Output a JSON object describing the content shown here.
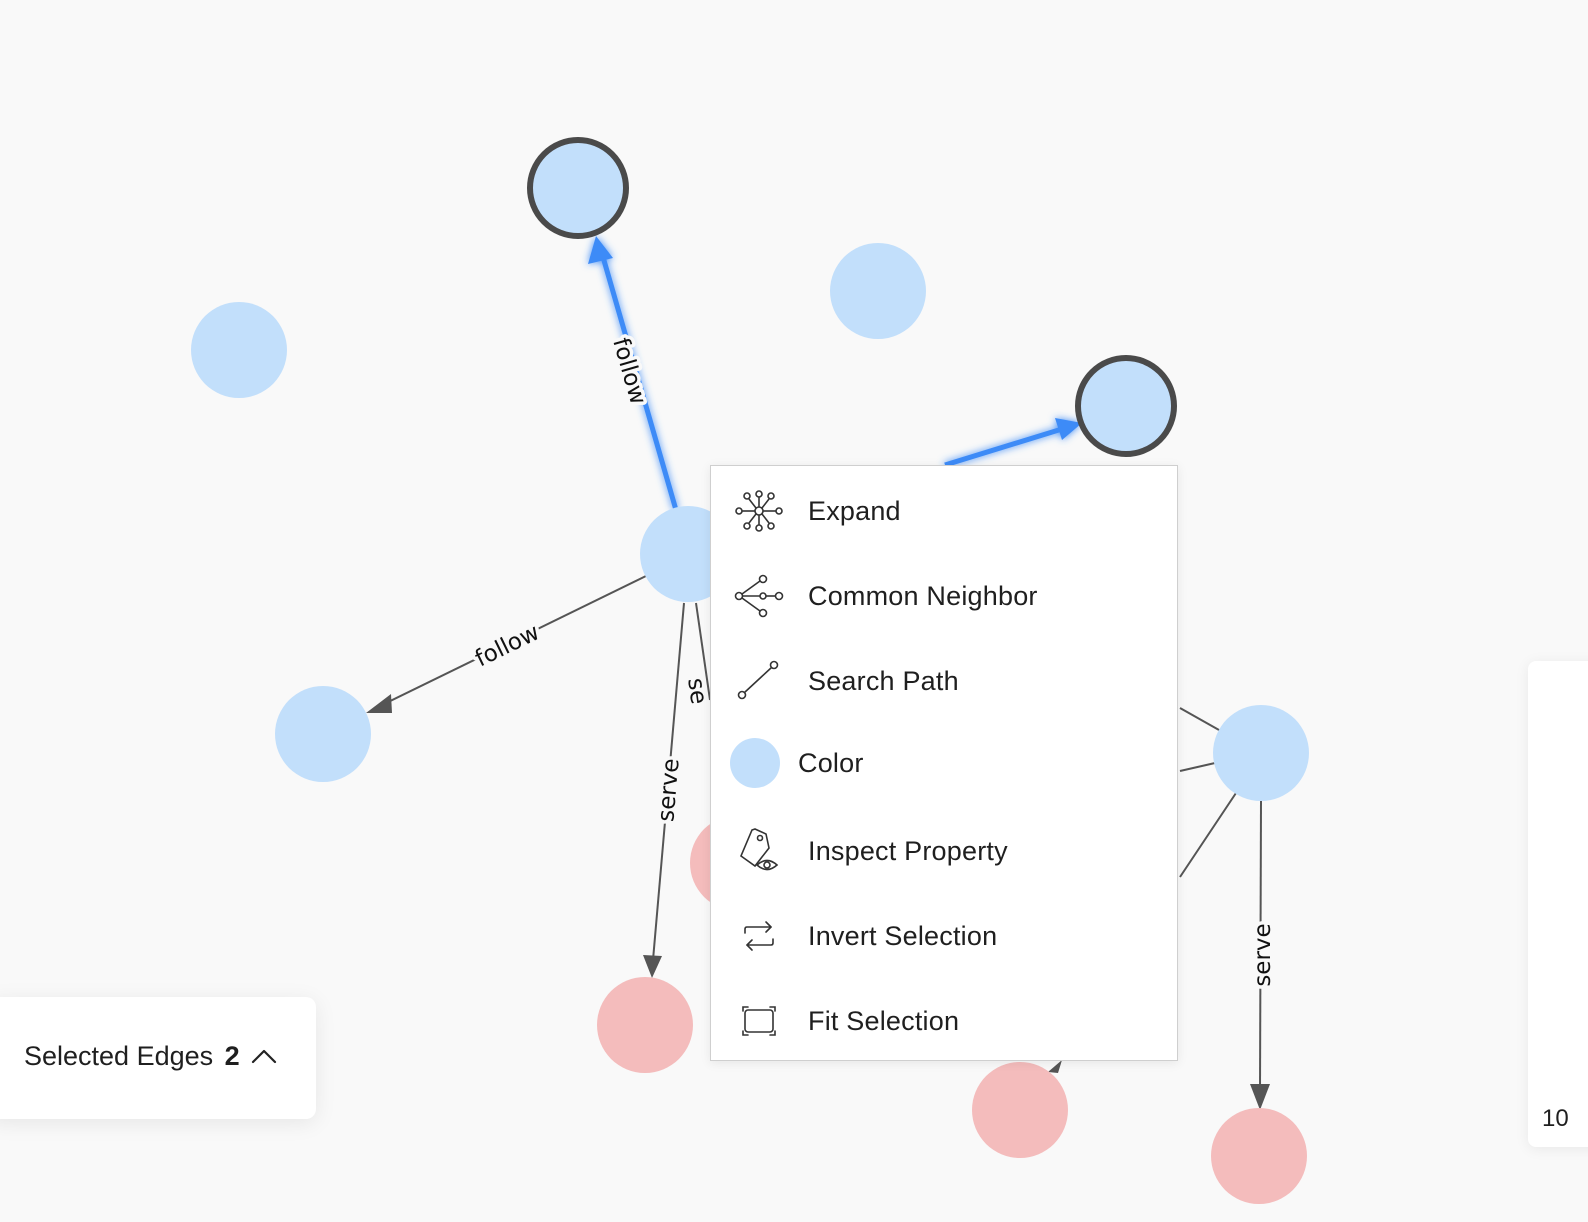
{
  "graph": {
    "node_colors": {
      "person": "#c2dffb",
      "team": "#f4bcbc",
      "selected_border": "#4a4a4a"
    },
    "edge_colors": {
      "default": "#555555",
      "selected": "#3d8bf7"
    },
    "edge_labels": {
      "follow_selected": "follow",
      "follow": "follow",
      "serve_left": "serve",
      "serve_partial": "se",
      "serve_right": "serve"
    }
  },
  "context_menu": {
    "items": [
      {
        "label": "Expand",
        "icon": "expand-icon"
      },
      {
        "label": "Common Neighbor",
        "icon": "common-neighbor-icon"
      },
      {
        "label": "Search Path",
        "icon": "search-path-icon"
      },
      {
        "label": "Color",
        "icon": "color-swatch",
        "color": "#c2dffb"
      },
      {
        "label": "Inspect Property",
        "icon": "inspect-property-icon"
      },
      {
        "label": "Invert Selection",
        "icon": "invert-selection-icon"
      },
      {
        "label": "Fit Selection",
        "icon": "fit-selection-icon"
      }
    ]
  },
  "selection_panel": {
    "label": "Selected Edges",
    "count": "2",
    "toggle_icon": "chevron-up-icon"
  },
  "side_panel": {
    "text": "10"
  }
}
